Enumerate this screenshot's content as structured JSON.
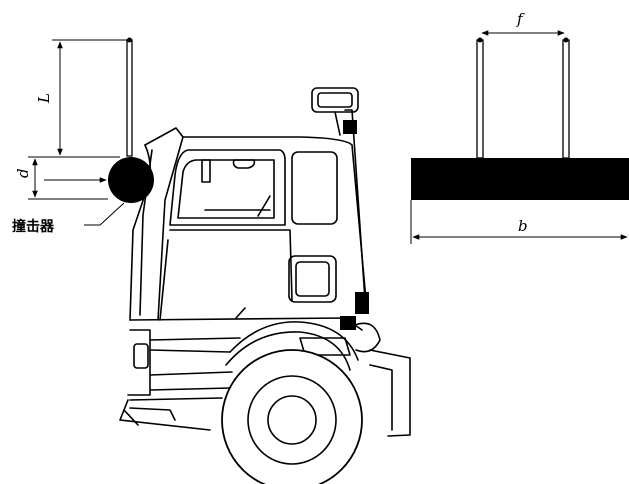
{
  "labels": {
    "L": "L",
    "d": "d",
    "f": "f",
    "b": "b",
    "impactor": "撞击器"
  },
  "colors": {
    "line": "#000000",
    "background": "#ffffff"
  }
}
